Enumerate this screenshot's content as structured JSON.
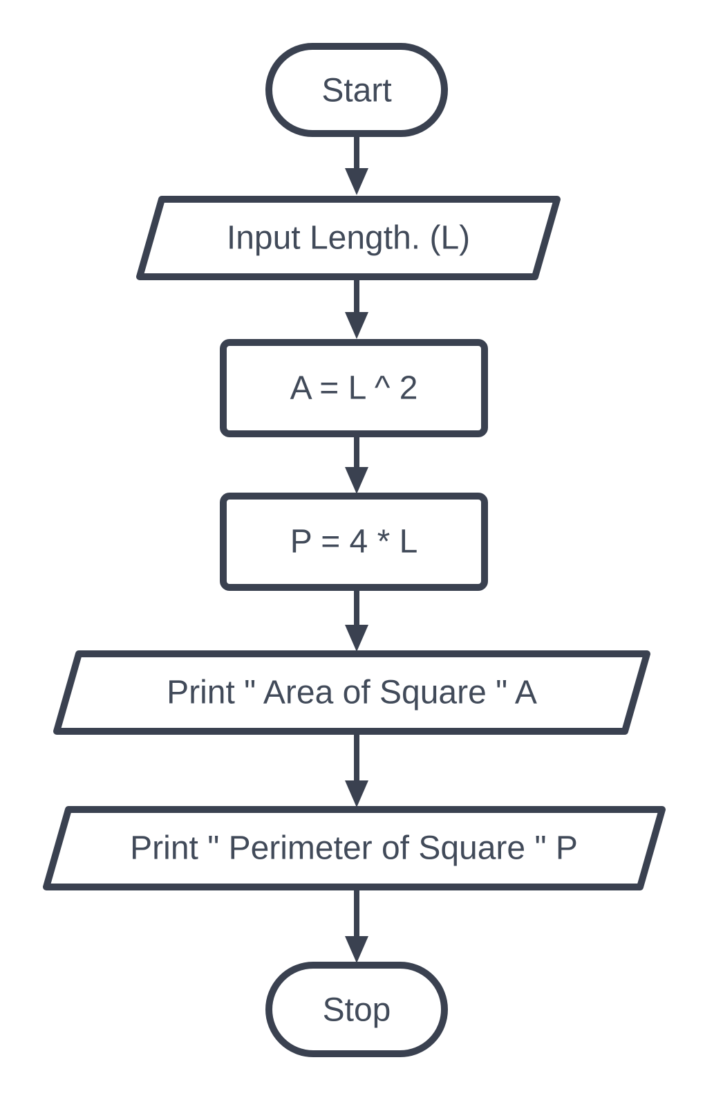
{
  "colors": {
    "stroke": "#3a4150",
    "text": "#414a59",
    "node_fill": "#ffffff",
    "background": "#ffffff"
  },
  "flowchart": {
    "nodes": [
      {
        "type": "terminator",
        "label": "Start"
      },
      {
        "type": "input-output",
        "label": "Input Length. (L)"
      },
      {
        "type": "process",
        "label": "A = L ^ 2"
      },
      {
        "type": "process",
        "label": "P = 4 * L"
      },
      {
        "type": "input-output",
        "label": "Print \" Area of Square \" A"
      },
      {
        "type": "input-output",
        "label": "Print \" Perimeter of Square \" P"
      },
      {
        "type": "terminator",
        "label": "Stop"
      }
    ],
    "edges": [
      {
        "from": "Start",
        "to": "Input Length. (L)"
      },
      {
        "from": "Input Length. (L)",
        "to": "A = L ^ 2"
      },
      {
        "from": "A = L ^ 2",
        "to": "P = 4 * L"
      },
      {
        "from": "P = 4 * L",
        "to": "Print \" Area of Square \" A"
      },
      {
        "from": "Print \" Area of Square \" A",
        "to": "Print \" Perimeter of Square \" P"
      },
      {
        "from": "Print \" Perimeter of Square \" P",
        "to": "Stop"
      }
    ]
  }
}
